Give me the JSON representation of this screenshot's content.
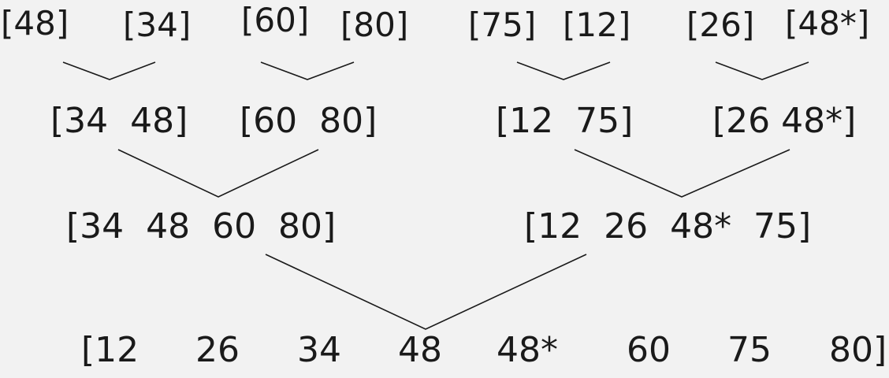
{
  "merge_sort": {
    "level1": [
      "[48]",
      "[34]",
      "[60]",
      "[80]",
      "[75]",
      "[12]",
      "[26]",
      "[48*]"
    ],
    "level2": [
      "[34  48]",
      "[60  80]",
      "[12  75]",
      "[26 48*]"
    ],
    "level3": [
      "[34  48  60  80]",
      "[12  26  48*  75]"
    ],
    "level4": [
      "[12",
      "26",
      "34",
      "48",
      "48*",
      "60",
      "75",
      "80]"
    ]
  }
}
